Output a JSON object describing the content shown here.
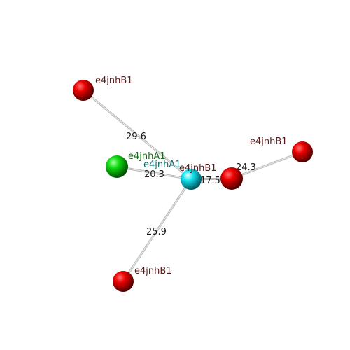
{
  "colors": {
    "red": "#e00000",
    "green": "#00cc00",
    "cyan": "#00e0ee",
    "red_label": "#5a1a1a",
    "green_label": "#1a6a1a",
    "cyan_label": "#1a6a6a",
    "bond": "#b8b8b8"
  },
  "nodes": [
    {
      "id": "center",
      "label": "e4jnhA1",
      "color": "cyan"
    },
    {
      "id": "top_left",
      "label": "e4jnhB1",
      "color": "red"
    },
    {
      "id": "green",
      "label": "e4jnhA1",
      "color": "green"
    },
    {
      "id": "right_near",
      "label": "e4jnhB1",
      "color": "red"
    },
    {
      "id": "right_far",
      "label": "e4jnhB1",
      "color": "red"
    },
    {
      "id": "bottom",
      "label": "e4jnhB1",
      "color": "red"
    }
  ],
  "edges": [
    {
      "from": "center",
      "to": "top_left",
      "distance": "29.6"
    },
    {
      "from": "center",
      "to": "green",
      "distance": "20.3"
    },
    {
      "from": "center",
      "to": "right_near",
      "distance": "17.5"
    },
    {
      "from": "right_near",
      "to": "right_far",
      "distance": "24.3"
    },
    {
      "from": "center",
      "to": "bottom",
      "distance": "25.9"
    }
  ]
}
